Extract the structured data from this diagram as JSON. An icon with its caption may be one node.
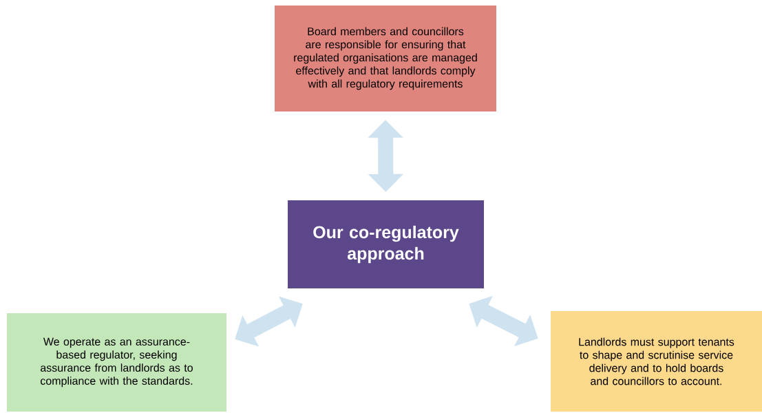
{
  "diagram": {
    "nodes": [
      {
        "text": [
          "Board members and councillors are responsible for ensuring that regulated organisations are managed effectively and that landlords comply with all regulatory requirements"
        ]
      },
      {
        "text": [
          "Our co-regulatory approach"
        ]
      },
      {
        "text": [
          "We operate as an assurance-based regulator, seeking assurance from landlords as to compliance with the standards."
        ]
      },
      {
        "text": [
          "Landlords must support tenants to shape and scrutinise service delivery and to hold boards and councillors to account."
        ]
      }
    ],
    "edges": [
      {
        "from": 1,
        "to": 0,
        "arrow": "both"
      },
      {
        "from": 1,
        "to": 2,
        "arrow": "both"
      },
      {
        "from": 1,
        "to": 3,
        "arrow": "both"
      }
    ]
  }
}
